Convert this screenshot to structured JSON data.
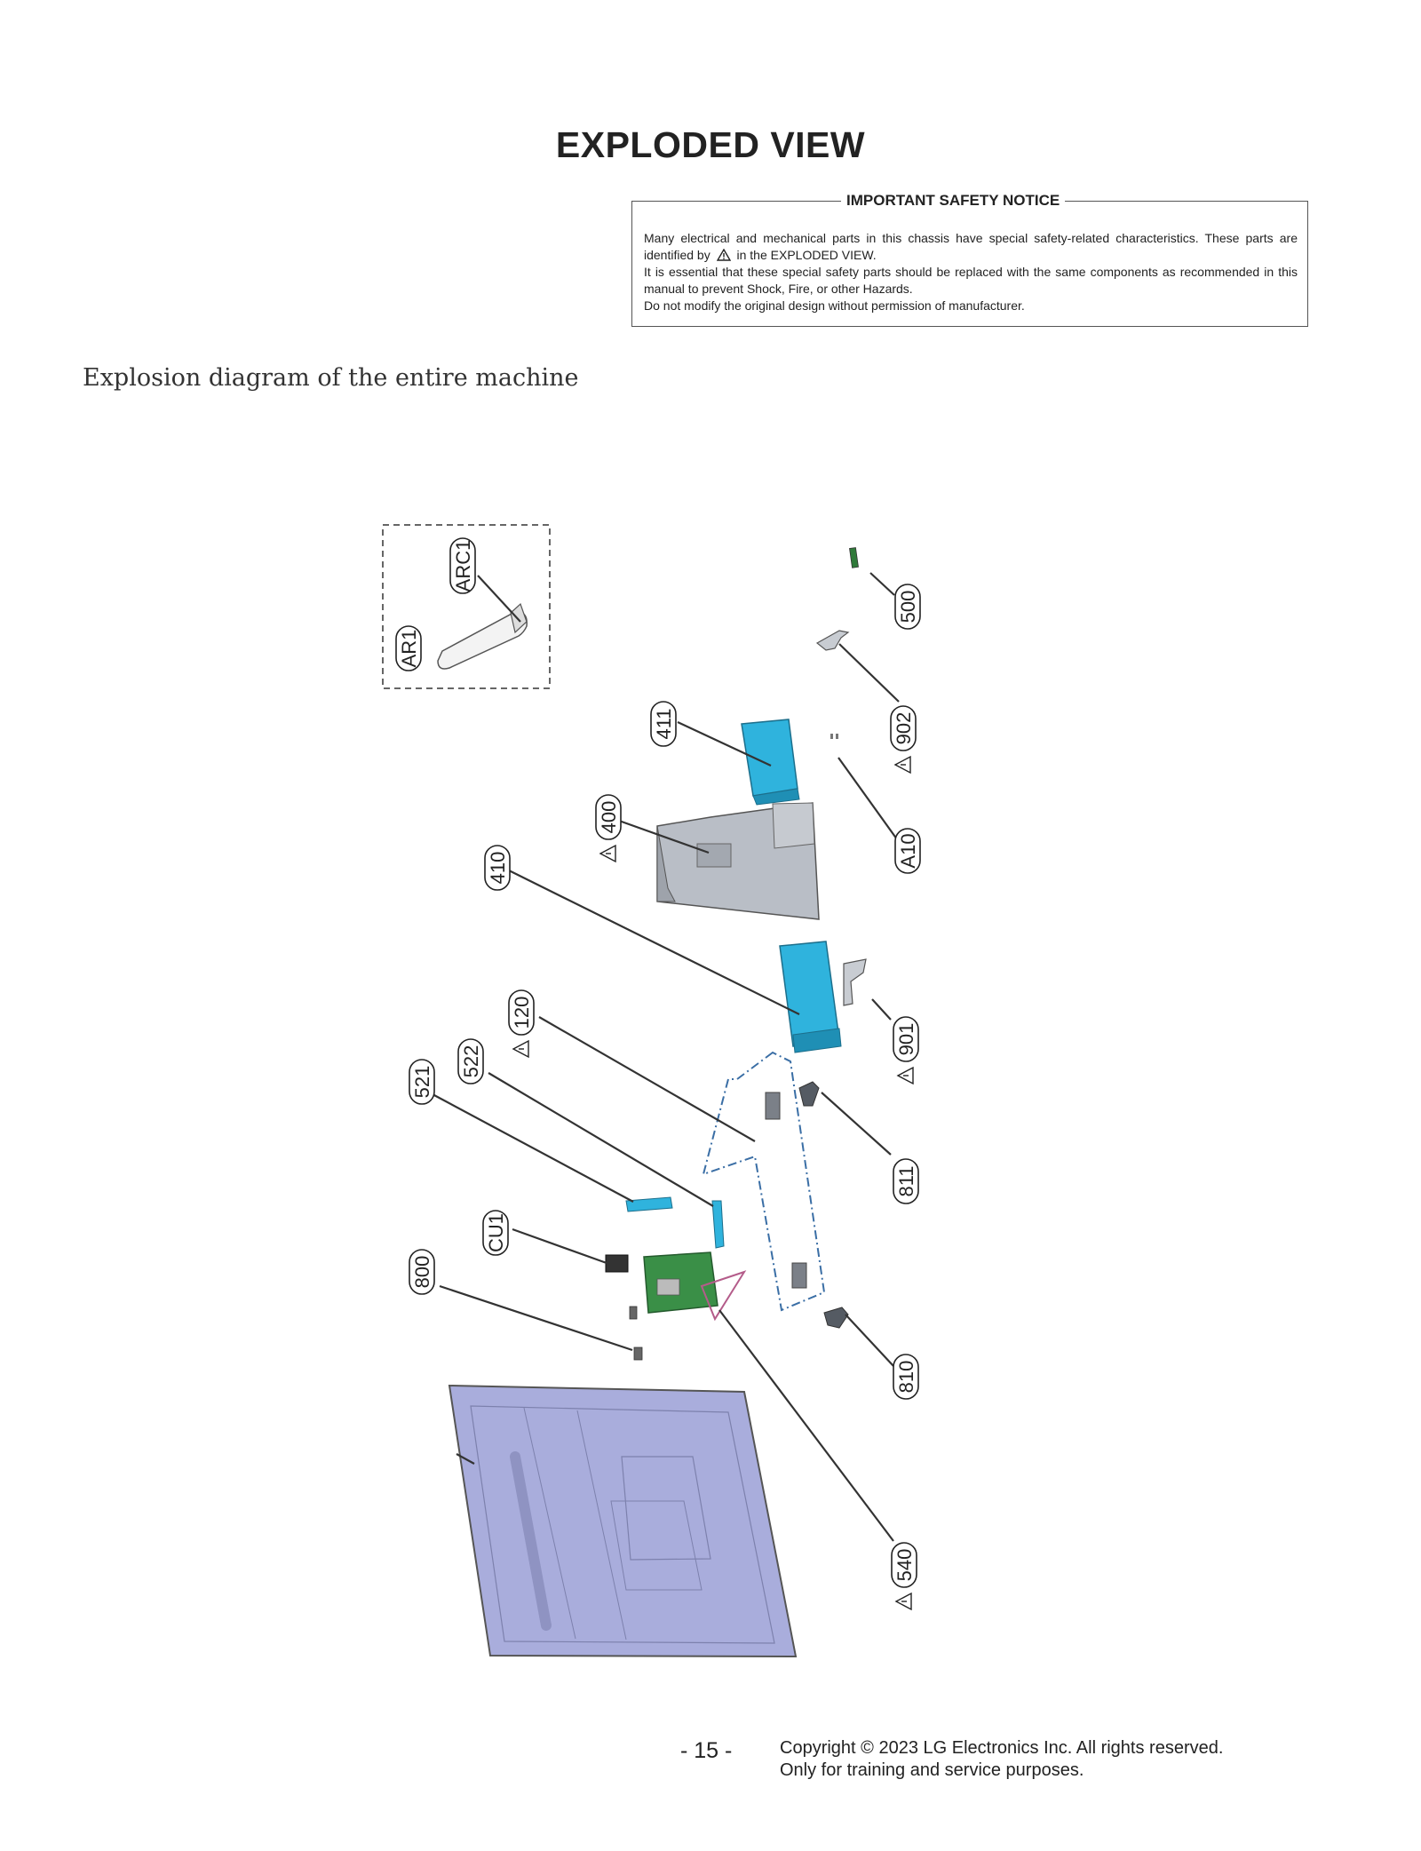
{
  "page": {
    "title": "EXPLODED VIEW",
    "subtitle": "Explosion diagram of the entire machine"
  },
  "notice": {
    "title": "IMPORTANT SAFETY NOTICE",
    "line1": "Many electrical and mechanical parts in this chassis have special safety-related characteristics. These parts are identified by",
    "line1_suffix": "in the EXPLODED VIEW.",
    "line2": "It is essential that these special safety parts should be replaced with the same components as recommended in this manual to prevent Shock, Fire, or other Hazards.",
    "line3": "Do not modify the original design without permission of manufacturer."
  },
  "diagram": {
    "labels": [
      {
        "id": "ARC1",
        "safety": false
      },
      {
        "id": "AR1",
        "safety": false
      },
      {
        "id": "500",
        "safety": false
      },
      {
        "id": "902",
        "safety": true
      },
      {
        "id": "411",
        "safety": false
      },
      {
        "id": "400",
        "safety": true
      },
      {
        "id": "A10",
        "safety": false
      },
      {
        "id": "410",
        "safety": false
      },
      {
        "id": "120",
        "safety": true
      },
      {
        "id": "901",
        "safety": true
      },
      {
        "id": "522",
        "safety": false
      },
      {
        "id": "521",
        "safety": false
      },
      {
        "id": "811",
        "safety": false
      },
      {
        "id": "CU1",
        "safety": false
      },
      {
        "id": "800",
        "safety": false
      },
      {
        "id": "810",
        "safety": false
      },
      {
        "id": "540",
        "safety": true
      }
    ],
    "colors": {
      "part_blue": "#2fb3dd",
      "part_gray": "#b9bec6",
      "panel": "#a9addc",
      "pcb": "#3a8f47",
      "leader": "#333333"
    }
  },
  "footer": {
    "page_number": "- 15 -",
    "copyright": "Copyright © 2023 LG Electronics Inc. All rights reserved.",
    "usage": "Only for training and service purposes."
  }
}
